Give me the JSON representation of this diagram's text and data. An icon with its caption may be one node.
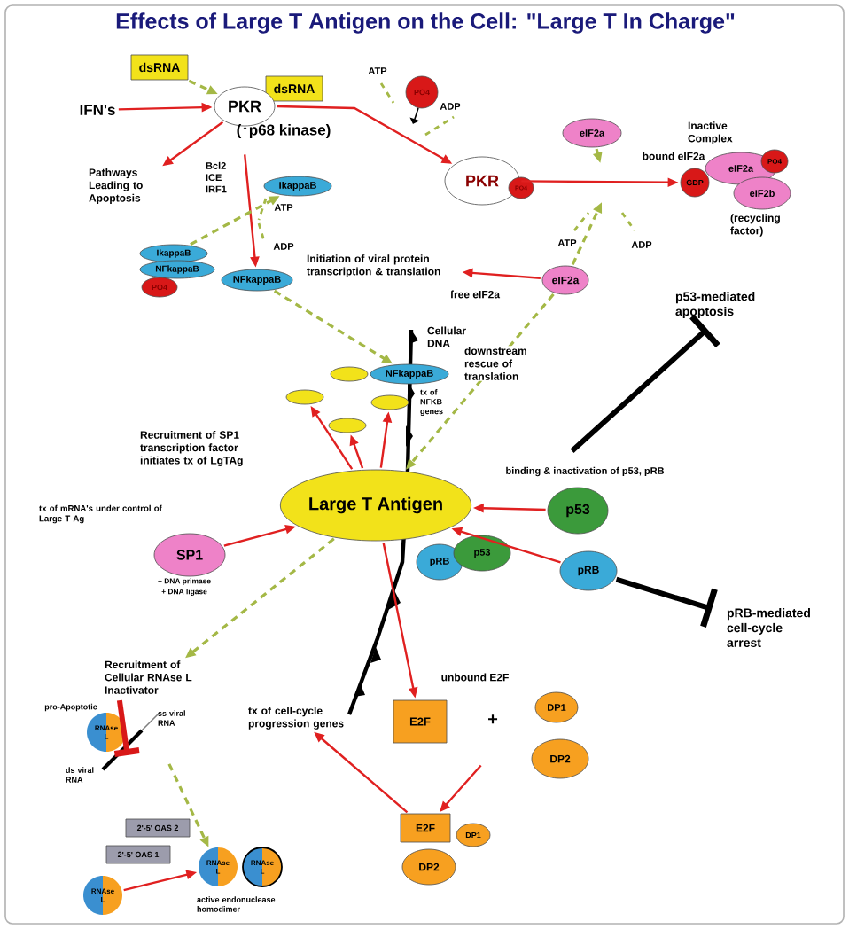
{
  "diagram": {
    "title": "Effects of Large T Antigen on the Cell: \"Large T In Charge\"",
    "nodes": [
      {
        "text": [
          "dsRNA"
        ]
      },
      {
        "text": [
          "dsRNA"
        ]
      },
      {
        "text": [
          "PKR"
        ],
        "beside": [
          "(↑p68 kinase)"
        ]
      },
      {
        "text": [
          "IFN's"
        ]
      },
      {
        "text": [
          "PO4"
        ]
      },
      {
        "text": [
          "Pathways Leading to Apoptosis"
        ]
      },
      {
        "text": [
          "IkappaB"
        ]
      },
      {
        "text": [
          "PKR"
        ]
      },
      {
        "text": [
          "PO4"
        ]
      },
      {
        "text": [
          "eIF2a"
        ]
      },
      {
        "text": [
          "GDP"
        ]
      },
      {
        "text": [
          "eIF2a"
        ]
      },
      {
        "text": [
          "PO4"
        ]
      },
      {
        "text": [
          "eIF2b"
        ],
        "beside": [
          "(recycling factor)"
        ]
      },
      {
        "text": [
          "IkappaB"
        ]
      },
      {
        "text": [
          "NFkappaB"
        ]
      },
      {
        "text": [
          "PO4"
        ]
      },
      {
        "text": [
          "NFkappaB"
        ]
      },
      {
        "text": [
          "Initiation of viral protein transcription & translation"
        ]
      },
      {
        "text": [
          "eIF2a"
        ]
      },
      {
        "text": [
          "NFkappaB"
        ]
      },
      {
        "text": [],
        "shape": "ellipse"
      },
      {
        "text": [],
        "shape": "ellipse"
      },
      {
        "text": [],
        "shape": "ellipse"
      },
      {
        "text": [],
        "shape": "ellipse"
      },
      {
        "text": [
          "p53-mediated apoptosis"
        ]
      },
      {
        "text": [
          "Large T Antigen"
        ]
      },
      {
        "text": [
          "p53"
        ]
      },
      {
        "text": [
          "pRB"
        ]
      },
      {
        "text": [
          "p53"
        ]
      },
      {
        "text": [
          "pRB"
        ]
      },
      {
        "text": [
          "SP1"
        ],
        "beside": [
          "+ DNA primase",
          "+ DNA ligase"
        ]
      },
      {
        "text": [
          "pRB-mediated cell-cycle arrest"
        ]
      },
      {
        "text": [
          "Recruitment of Cellular RNAse L Inactivator"
        ]
      },
      {
        "text": [
          "tx of cell-cycle progression genes"
        ]
      },
      {
        "text": [
          "E2F"
        ],
        "beside": [
          "unbound E2F"
        ]
      },
      {
        "text": [
          "DP1"
        ]
      },
      {
        "text": [
          "DP2"
        ]
      },
      {
        "text": [
          "RNAse L"
        ],
        "beside": [
          "pro-Apoptotic"
        ]
      },
      {
        "text": [
          "2'-5' OAS 2"
        ]
      },
      {
        "text": [
          "2'-5' OAS 1"
        ]
      },
      {
        "text": [
          "E2F"
        ]
      },
      {
        "text": [
          "DP1"
        ]
      },
      {
        "text": [
          "DP2"
        ]
      },
      {
        "text": [
          "RNAse L"
        ]
      },
      {
        "text": [
          "RNAse L"
        ]
      },
      {
        "text": [
          "RNAse L"
        ]
      }
    ],
    "edges": [
      {
        "from": 3,
        "to": 2,
        "arrow": "to"
      },
      {
        "from": 0,
        "to": 2,
        "arrow": "to",
        "style": "dashed",
        "color": "#a4b846"
      },
      {
        "from": 2,
        "to": 5,
        "arrow": "to"
      },
      {
        "from": 2,
        "to": 17,
        "arrow": "to"
      },
      {
        "from": 2,
        "to": 7,
        "arrow": "to"
      },
      {
        "from": 7,
        "to": 10,
        "arrow": "to"
      },
      {
        "from": 9,
        "to": null,
        "arrow": "to",
        "style": "dashed",
        "color": "#a4b846"
      },
      {
        "from": 19,
        "to": null,
        "arrow": "to",
        "style": "dashed",
        "color": "#a4b846"
      },
      {
        "from": 19,
        "to": 18,
        "arrow": "to",
        "label": "free eIF2a"
      },
      {
        "from": 19,
        "to": 26,
        "arrow": "to",
        "style": "dashed",
        "color": "#a4b846",
        "label": "downstream rescue of translation"
      },
      {
        "from": 14,
        "to": 6,
        "arrow": "to",
        "style": "dashed",
        "color": "#a4b846"
      },
      {
        "from": 17,
        "to": 20,
        "arrow": "to",
        "style": "dashed",
        "color": "#a4b846"
      },
      {
        "from": 26,
        "to": 22,
        "arrow": "to"
      },
      {
        "from": 26,
        "to": 24,
        "arrow": "to"
      },
      {
        "from": 26,
        "to": 23,
        "arrow": "to"
      },
      {
        "from": 31,
        "to": 26,
        "arrow": "to"
      },
      {
        "from": 27,
        "to": 26,
        "arrow": "to"
      },
      {
        "from": 30,
        "to": 26,
        "arrow": "to"
      },
      {
        "from": null,
        "to": 25,
        "arrow": "other",
        "style": "thick",
        "color": "#000000"
      },
      {
        "from": 30,
        "to": 32,
        "arrow": "other",
        "style": "thick",
        "color": "#000000"
      },
      {
        "from": 26,
        "to": 35,
        "arrow": "to"
      },
      {
        "from": null,
        "to": 41,
        "arrow": "to"
      },
      {
        "from": 41,
        "to": 34,
        "arrow": "to"
      },
      {
        "from": 26,
        "to": 33,
        "arrow": "to",
        "style": "dashed",
        "color": "#a4b846"
      },
      {
        "from": 38,
        "to": 44,
        "arrow": "to",
        "style": "dashed",
        "color": "#a4b846"
      },
      {
        "from": 46,
        "to": 44,
        "arrow": "to"
      },
      {
        "from": 33,
        "to": 38,
        "arrow": "other",
        "style": "thick",
        "color": "#d81818"
      }
    ],
    "labels": [
      "ATP",
      "ADP",
      "Bcl2 ICE IRF1",
      "ATP",
      "Inactive Complex",
      "bound eIF2a",
      "ADP",
      "ATP",
      "ADP",
      "Cellular DNA",
      "tx of NFKB genes",
      "Recruitment of SP1 transcription factor initiates tx of LgTAg",
      "binding & inactivation of p53, pRB",
      "tx of mRNA's under control of Large T Ag",
      "+",
      "ss viral RNA",
      "ds viral RNA",
      "active endonuclease homodimer"
    ]
  }
}
